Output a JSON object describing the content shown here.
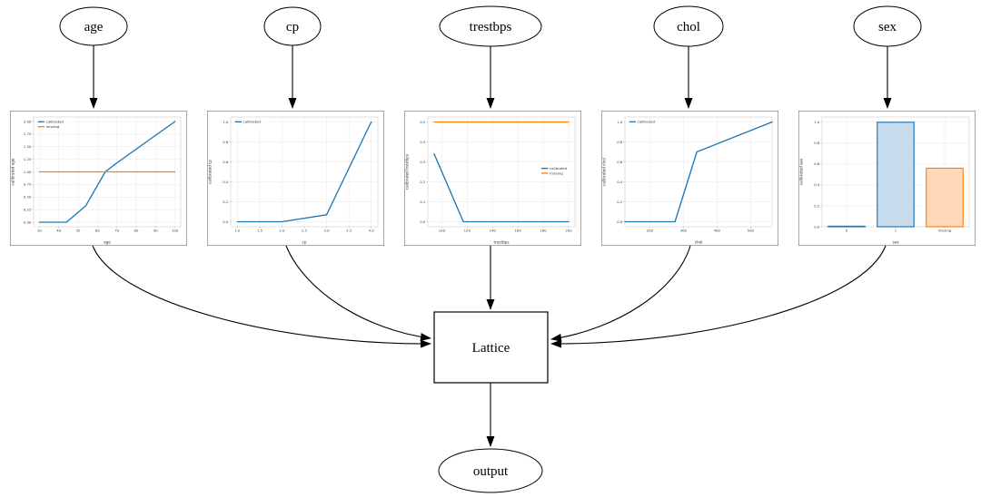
{
  "diagram": {
    "background": "#ffffff",
    "nodes": [
      {
        "id": "age",
        "label": "age",
        "shape": "ellipse"
      },
      {
        "id": "cp",
        "label": "cp",
        "shape": "ellipse"
      },
      {
        "id": "trestbps",
        "label": "trestbps",
        "shape": "ellipse"
      },
      {
        "id": "chol",
        "label": "chol",
        "shape": "ellipse"
      },
      {
        "id": "sex",
        "label": "sex",
        "shape": "ellipse"
      },
      {
        "id": "lattice",
        "label": "Lattice",
        "shape": "box"
      },
      {
        "id": "output",
        "label": "output",
        "shape": "ellipse"
      }
    ],
    "edges": [
      {
        "from": "age",
        "to": "age-calibrator"
      },
      {
        "from": "cp",
        "to": "cp-calibrator"
      },
      {
        "from": "trestbps",
        "to": "trestbps-calibrator"
      },
      {
        "from": "chol",
        "to": "chol-calibrator"
      },
      {
        "from": "sex",
        "to": "sex-calibrator"
      },
      {
        "from": "age-calibrator",
        "to": "lattice"
      },
      {
        "from": "cp-calibrator",
        "to": "lattice"
      },
      {
        "from": "trestbps-calibrator",
        "to": "lattice"
      },
      {
        "from": "chol-calibrator",
        "to": "lattice"
      },
      {
        "from": "sex-calibrator",
        "to": "lattice"
      },
      {
        "from": "lattice",
        "to": "output"
      }
    ]
  },
  "colors": {
    "calibrated": "#1f77b4",
    "missing": "#ff7f0e",
    "calibrated_fill": "#c7dcec",
    "missing_fill": "#ffd9b8",
    "edge": "#000000",
    "node_border": "#000000",
    "chart_border": "#7d7d7d",
    "grid": "#e8e8e8",
    "spine": "#d4d4d4",
    "tick_text": "#3c3c3c",
    "axis_label": "#2e2e2e"
  },
  "chart_data": [
    {
      "feature": "age",
      "type": "line",
      "xlabel": "age",
      "ylabel": "calibrated age",
      "xlim": [
        27,
        103
      ],
      "ylim": [
        -0.09,
        2.09
      ],
      "xticks": {
        "values": [
          30,
          40,
          50,
          60,
          70,
          80,
          90,
          100
        ],
        "labels": [
          "30",
          "40",
          "50",
          "60",
          "70",
          "80",
          "90",
          "100"
        ]
      },
      "yticks": {
        "values": [
          0,
          0.25,
          0.5,
          0.75,
          1.0,
          1.25,
          1.5,
          1.75,
          2.0
        ],
        "labels": [
          "0.00",
          "0.25",
          "0.50",
          "0.75",
          "1.00",
          "1.25",
          "1.50",
          "1.75",
          "2.00"
        ]
      },
      "series": [
        {
          "name": "calibrated",
          "color": "#1f77b4",
          "points": [
            [
              30,
              0
            ],
            [
              44,
              0
            ],
            [
              54,
              0.33
            ],
            [
              64,
              1.0
            ],
            [
              69,
              1.15
            ],
            [
              100,
              2.0
            ]
          ]
        },
        {
          "name": "missing",
          "color": "#ff7f0e",
          "points": [
            [
              30,
              1.0
            ],
            [
              100,
              1.0
            ]
          ]
        }
      ],
      "legend": {
        "position": "upper-left",
        "entries": [
          "calibrated",
          "missing"
        ]
      }
    },
    {
      "feature": "cp",
      "type": "line",
      "xlabel": "cp",
      "ylabel": "calibrated cp",
      "xlim": [
        0.85,
        4.15
      ],
      "ylim": [
        -0.05,
        1.05
      ],
      "xticks": {
        "values": [
          1.0,
          1.5,
          2.0,
          2.5,
          3.0,
          3.5,
          4.0
        ],
        "labels": [
          "1.0",
          "1.5",
          "2.0",
          "2.5",
          "3.0",
          "3.5",
          "4.0"
        ]
      },
      "yticks": {
        "values": [
          0,
          0.2,
          0.4,
          0.6,
          0.8,
          1.0
        ],
        "labels": [
          "0.0",
          "0.2",
          "0.4",
          "0.6",
          "0.8",
          "1.0"
        ]
      },
      "series": [
        {
          "name": "calibrated",
          "color": "#1f77b4",
          "points": [
            [
              1,
              0
            ],
            [
              2,
              0
            ],
            [
              3,
              0.07
            ],
            [
              4,
              1.0
            ]
          ]
        }
      ],
      "legend": {
        "position": "upper-left",
        "entries": [
          "calibrated"
        ]
      }
    },
    {
      "feature": "trestbps",
      "type": "line",
      "xlabel": "trestbps",
      "ylabel": "calibrated trestbps",
      "xlim": [
        89,
        205
      ],
      "ylim": [
        -0.025,
        0.525
      ],
      "xticks": {
        "values": [
          100,
          120,
          140,
          160,
          180,
          200
        ],
        "labels": [
          "100",
          "120",
          "140",
          "160",
          "180",
          "200"
        ]
      },
      "yticks": {
        "values": [
          0,
          0.1,
          0.2,
          0.3,
          0.4,
          0.5
        ],
        "labels": [
          "0.0",
          "0.1",
          "0.2",
          "0.3",
          "0.4",
          "0.5"
        ]
      },
      "series": [
        {
          "name": "calibrated",
          "color": "#1f77b4",
          "points": [
            [
              94,
              0.34
            ],
            [
              117,
              0
            ],
            [
              200,
              0
            ]
          ]
        },
        {
          "name": "missing",
          "color": "#ff7f0e",
          "points": [
            [
              94,
              0.5
            ],
            [
              200,
              0.5
            ]
          ]
        }
      ],
      "legend": {
        "position": "center-right",
        "entries": [
          "calibrated",
          "missing"
        ]
      }
    },
    {
      "feature": "chol",
      "type": "line",
      "xlabel": "chol",
      "ylabel": "calibrated chol",
      "xlim": [
        126,
        564
      ],
      "ylim": [
        -0.05,
        1.05
      ],
      "xticks": {
        "values": [
          200,
          300,
          400,
          500
        ],
        "labels": [
          "200",
          "300",
          "400",
          "500"
        ]
      },
      "yticks": {
        "values": [
          0,
          0.2,
          0.4,
          0.6,
          0.8,
          1.0
        ],
        "labels": [
          "0.0",
          "0.2",
          "0.4",
          "0.6",
          "0.8",
          "1.0"
        ]
      },
      "series": [
        {
          "name": "calibrated",
          "color": "#1f77b4",
          "points": [
            [
              126,
              0
            ],
            [
              275,
              0
            ],
            [
              340,
              0.7
            ],
            [
              564,
              1.0
            ]
          ]
        }
      ],
      "legend": {
        "position": "upper-left",
        "entries": [
          "calibrated"
        ]
      }
    },
    {
      "feature": "sex",
      "type": "bar",
      "xlabel": "sex",
      "ylabel": "calibrated sex",
      "ylim": [
        0,
        1.05
      ],
      "yticks": {
        "values": [
          0,
          0.2,
          0.4,
          0.6,
          0.8,
          1.0
        ],
        "labels": [
          "0.0",
          "0.2",
          "0.4",
          "0.6",
          "0.8",
          "1.0"
        ]
      },
      "categories": [
        "0",
        "1",
        "missing"
      ],
      "values": [
        0.005,
        1.0,
        0.56
      ],
      "bar_colors": [
        "#1f77b4",
        "#1f77b4",
        "#ff7f0e"
      ],
      "bar_fills": [
        "#c7dcec",
        "#c7dcec",
        "#ffd9b8"
      ],
      "legend": null
    }
  ]
}
